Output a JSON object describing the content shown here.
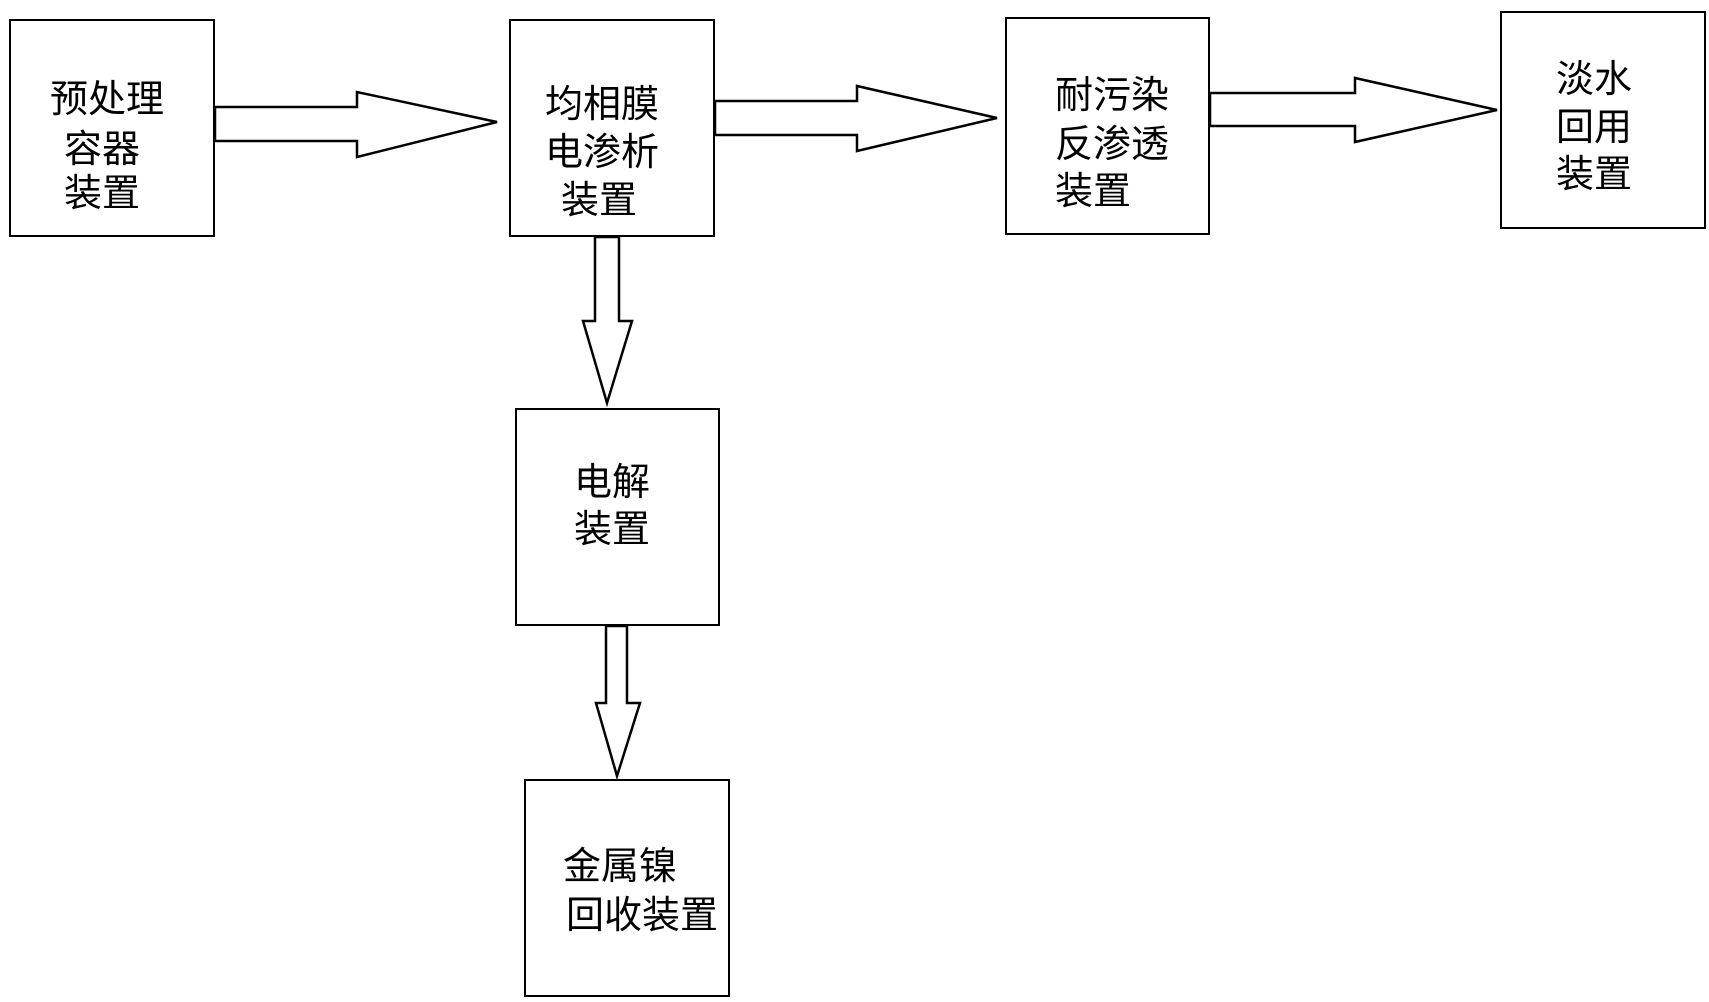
{
  "diagram": {
    "nodes": {
      "pretreatment": {
        "lines": [
          "预处理",
          "容器",
          "装置"
        ]
      },
      "homogeneous_ed": {
        "lines": [
          "均相膜",
          "电渗析",
          "装置"
        ]
      },
      "antifouling_ro": {
        "lines": [
          "耐污染",
          "反渗透",
          "装置"
        ]
      },
      "freshwater_reuse": {
        "lines": [
          "淡水",
          "回用",
          "装置"
        ]
      },
      "electrolysis": {
        "lines": [
          "电解",
          "装置"
        ]
      },
      "nickel_recovery": {
        "lines": [
          "金属镍",
          "回收装置"
        ]
      }
    },
    "edges": [
      {
        "from": "预处理容器装置",
        "to": "均相膜电渗析装置"
      },
      {
        "from": "均相膜电渗析装置",
        "to": "耐污染反渗透装置"
      },
      {
        "from": "耐污染反渗透装置",
        "to": "淡水回用装置"
      },
      {
        "from": "均相膜电渗析装置",
        "to": "电解装置"
      },
      {
        "from": "电解装置",
        "to": "金属镍回收装置"
      }
    ]
  }
}
